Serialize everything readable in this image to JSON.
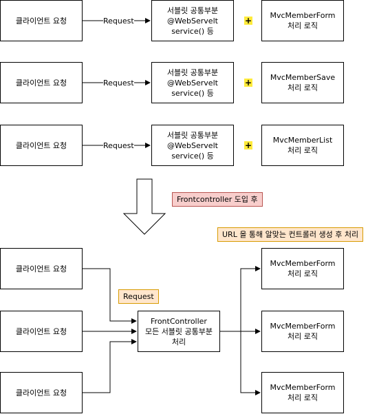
{
  "colors": {
    "plus_bg": "#ffeb3b",
    "before_tag_bg": "#f8cecc",
    "before_tag_border": "#b85450",
    "after_tag_bg": "#ffe6cc",
    "after_tag_border": "#d79b00"
  },
  "before": {
    "rows": [
      {
        "client": "클라이언트 요청",
        "arrow_label": "Request",
        "servlet_lines": [
          "서블릿 공통부분",
          "@WebServelt",
          "service() 등"
        ],
        "plus": "+",
        "target_lines": [
          "MvcMemberForm",
          "처리 로직"
        ]
      },
      {
        "client": "클라이언트 요청",
        "arrow_label": "Request",
        "servlet_lines": [
          "서블릿 공통부분",
          "@WebServelt",
          "service() 등"
        ],
        "plus": "+",
        "target_lines": [
          "MvcMemberSave",
          "처리 로직"
        ]
      },
      {
        "client": "클라이언트 요청",
        "arrow_label": "Request",
        "servlet_lines": [
          "서블릿 공통부분",
          "@WebServelt",
          "service() 등"
        ],
        "plus": "+",
        "target_lines": [
          "MvcMemberList",
          "처리 로직"
        ]
      }
    ]
  },
  "transition": {
    "tag": "Frontcontroller 도입 후"
  },
  "after": {
    "clients": [
      "클라이언트 요청",
      "클라이언트 요청",
      "클라이언트 요청"
    ],
    "request_tag": "Request",
    "front_lines": [
      "FrontController",
      "모든 서블릿 공통부분",
      "처리"
    ],
    "url_tag": "URL 을 통해 알맞는 컨트롤러 생성 후 처리",
    "targets": [
      [
        "MvcMemberForm",
        "처리 로직"
      ],
      [
        "MvcMemberForm",
        "처리 로직"
      ],
      [
        "MvcMemberForm",
        "처리 로직"
      ]
    ]
  }
}
